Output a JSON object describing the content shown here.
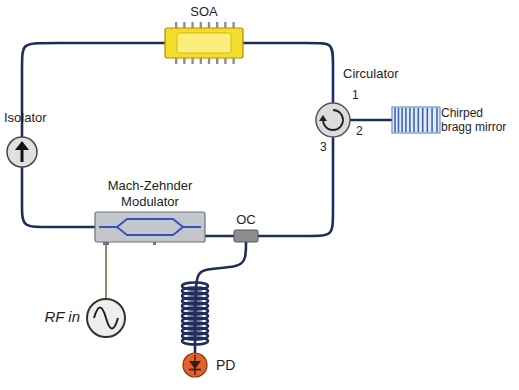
{
  "diagram": {
    "nodes": [
      {
        "text": [
          "SOA"
        ]
      },
      {
        "text": [
          "Circulator"
        ]
      },
      {
        "text": [
          "Chirped bragg mirror"
        ]
      },
      {
        "text": [
          "Isolator"
        ]
      },
      {
        "text": [
          "Mach-Zehnder Modulator"
        ]
      },
      {
        "text": [
          "OC"
        ]
      },
      {
        "text": [
          "RF in"
        ]
      },
      {
        "text": [
          "PD"
        ]
      }
    ],
    "edges": [
      {
        "from": 0,
        "to": 1,
        "arrow": "none"
      },
      {
        "from": 1,
        "to": 2,
        "arrow": "none"
      },
      {
        "from": 1,
        "to": 5,
        "arrow": "none"
      },
      {
        "from": 5,
        "to": 4,
        "arrow": "none"
      },
      {
        "from": 4,
        "to": 3,
        "arrow": "none"
      },
      {
        "from": 3,
        "to": 0,
        "arrow": "none"
      },
      {
        "from": 5,
        "to": 7,
        "arrow": "none"
      },
      {
        "from": 6,
        "to": 4,
        "arrow": "none"
      }
    ],
    "labels": [
      "1",
      "2",
      "3"
    ]
  }
}
